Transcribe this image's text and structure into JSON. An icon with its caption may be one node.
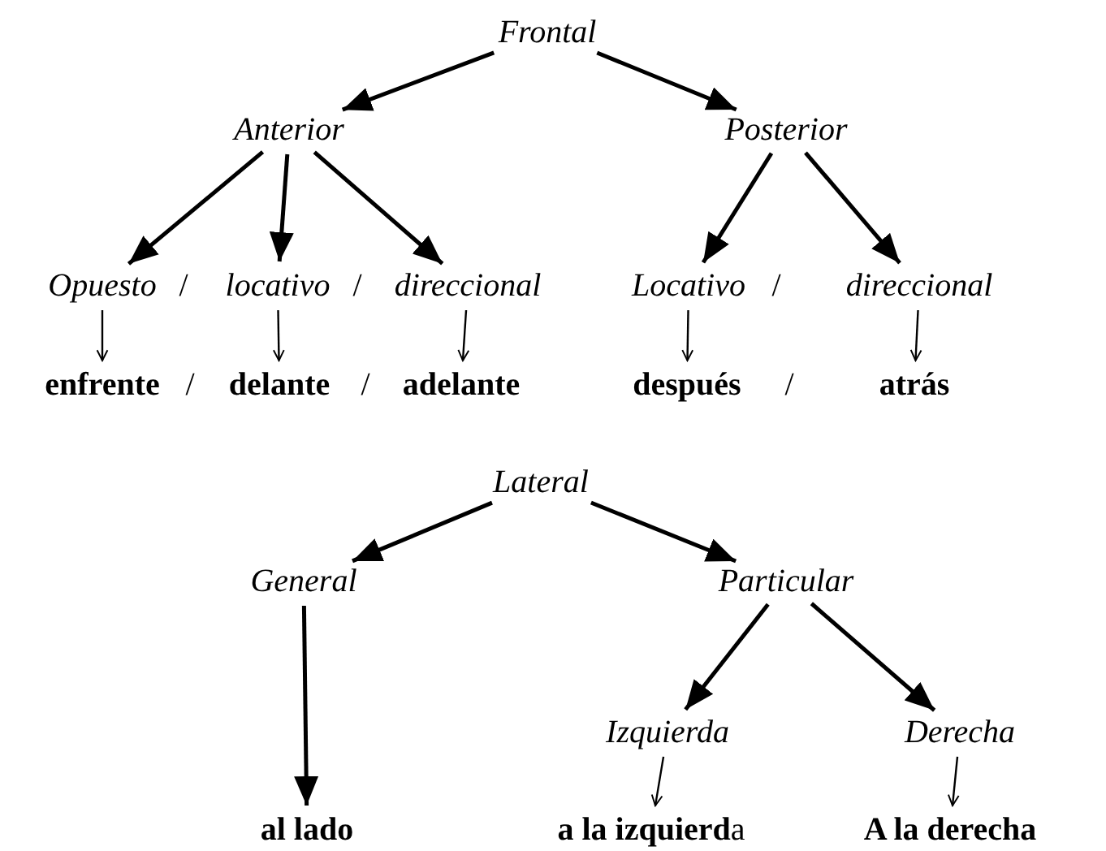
{
  "diagram": {
    "nodes": [
      {
        "text": [
          "Frontal"
        ]
      },
      {
        "text": [
          "Anterior"
        ]
      },
      {
        "text": [
          "Posterior"
        ]
      },
      {
        "text": [
          "Opuesto"
        ]
      },
      {
        "text": [
          "locativo"
        ]
      },
      {
        "text": [
          "direccional"
        ]
      },
      {
        "text": [
          "Locativo"
        ]
      },
      {
        "text": [
          "direccional"
        ]
      },
      {
        "text": [
          "enfrente"
        ]
      },
      {
        "text": [
          "delante"
        ]
      },
      {
        "text": [
          "adelante"
        ]
      },
      {
        "text": [
          "después"
        ]
      },
      {
        "text": [
          "atrás"
        ]
      },
      {
        "text": [
          "Lateral"
        ]
      },
      {
        "text": [
          "General"
        ]
      },
      {
        "text": [
          "Particular"
        ]
      },
      {
        "text": [
          "Izquierda"
        ]
      },
      {
        "text": [
          "Derecha"
        ]
      },
      {
        "text": [
          "al lado"
        ]
      },
      {
        "text": [
          "**a la izquierd**a"
        ]
      },
      {
        "text": [
          "A la derecha"
        ]
      }
    ],
    "edges": [
      {
        "from": 0,
        "to": 1,
        "arrow": "to"
      },
      {
        "from": 0,
        "to": 2,
        "arrow": "to"
      },
      {
        "from": 1,
        "to": 3,
        "arrow": "to"
      },
      {
        "from": 1,
        "to": 4,
        "arrow": "to"
      },
      {
        "from": 1,
        "to": 5,
        "arrow": "to"
      },
      {
        "from": 2,
        "to": 6,
        "arrow": "to"
      },
      {
        "from": 2,
        "to": 7,
        "arrow": "to"
      },
      {
        "from": 3,
        "to": 8,
        "arrow": "to"
      },
      {
        "from": 4,
        "to": 9,
        "arrow": "to"
      },
      {
        "from": 5,
        "to": 10,
        "arrow": "to"
      },
      {
        "from": 6,
        "to": 11,
        "arrow": "to"
      },
      {
        "from": 7,
        "to": 12,
        "arrow": "to"
      },
      {
        "from": 13,
        "to": 14,
        "arrow": "to"
      },
      {
        "from": 13,
        "to": 15,
        "arrow": "to"
      },
      {
        "from": 14,
        "to": 18,
        "arrow": "to"
      },
      {
        "from": 15,
        "to": 16,
        "arrow": "to"
      },
      {
        "from": 15,
        "to": 17,
        "arrow": "to"
      },
      {
        "from": 16,
        "to": 19,
        "arrow": "to"
      },
      {
        "from": 17,
        "to": 20,
        "arrow": "to"
      }
    ],
    "labels": [
      "/",
      "/",
      "/",
      "/",
      "/",
      "/"
    ]
  }
}
